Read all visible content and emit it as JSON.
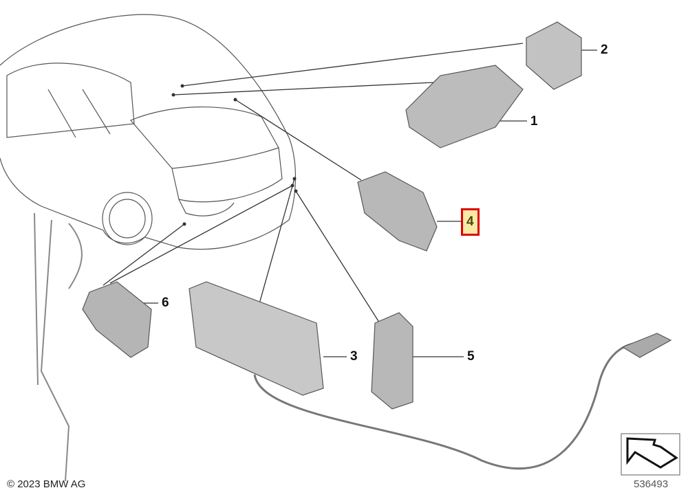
{
  "diagram": {
    "parts": [
      {
        "id": "1",
        "label": "1",
        "highlighted": false
      },
      {
        "id": "2",
        "label": "2",
        "highlighted": false
      },
      {
        "id": "3",
        "label": "3",
        "highlighted": false
      },
      {
        "id": "4",
        "label": "4",
        "highlighted": true
      },
      {
        "id": "5",
        "label": "5",
        "highlighted": false
      },
      {
        "id": "6",
        "label": "6",
        "highlighted": false
      }
    ],
    "copyright": "© 2023 BMW AG",
    "diagram_number": "536493",
    "colors": {
      "highlight_fill": "#fbe9a6",
      "highlight_border": "#e00000",
      "part_gray": "#b8b8b8"
    }
  }
}
